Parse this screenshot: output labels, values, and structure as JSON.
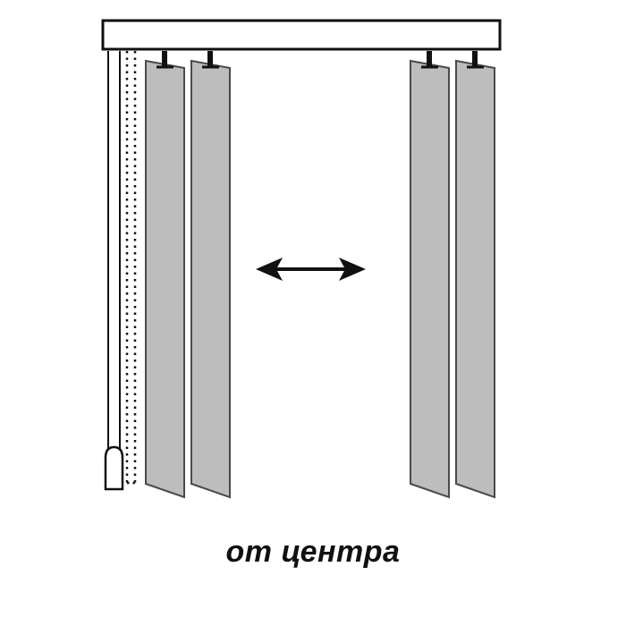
{
  "caption": "от центра",
  "colors": {
    "line": "#111111",
    "slat_fill": "#bdbdbd",
    "slat_stroke": "#4a4a4a",
    "background": "#ffffff"
  },
  "icons": {
    "arrow": "double-headed-horizontal-arrow"
  },
  "left_group_slats": 2,
  "right_group_slats": 2
}
